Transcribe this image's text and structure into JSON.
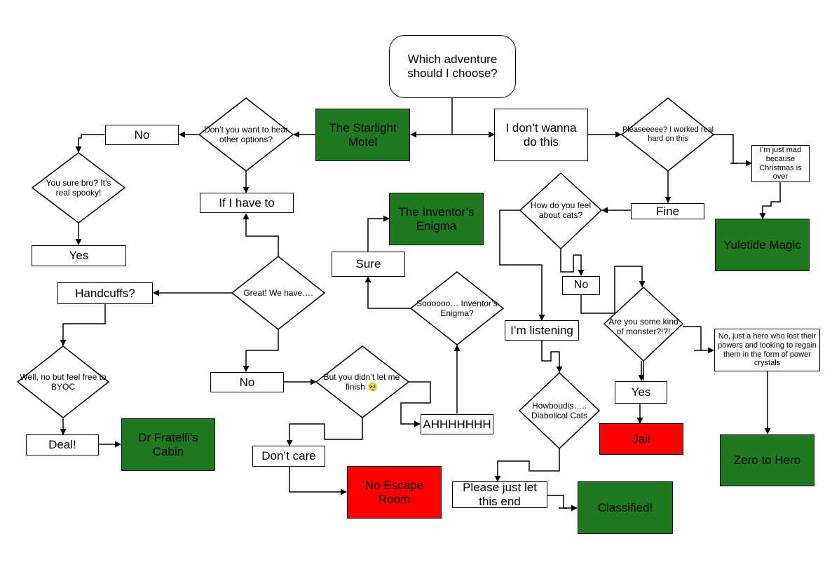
{
  "diagram": {
    "start": "Which adventure should I choose?",
    "starlight_motel": "The Starlight Motel",
    "dont_wanna": "I don’t wanna do this",
    "dont_you_want": "Don’t you want to hear other options?",
    "no_1": "No",
    "you_sure": "You sure bro? It’s real spooky!",
    "yes_1": "Yes",
    "if_i_have_to": "If I have to",
    "great_we_have": "Great! We have….",
    "handcuffs": "Handcuffs?",
    "well_no_byoc": "Well, no but feel free to BYOC",
    "deal": "Deal!",
    "dr_fratelli": "Dr Fratelli’s Cabin",
    "no_2": "No",
    "but_you_didnt": "But you didn’t let me finish 🥺",
    "ahhh": "AHHHHHHH",
    "dont_care": "Don’t care",
    "no_escape": "No Escape Room",
    "soooo_inventor": "Soooooo… Inventor’s Enigma?",
    "sure": "Sure",
    "inventors_enigma": "The Inventor’s Enigma",
    "pleaseeee": "Pleaseeeee? I worked real hard on this",
    "just_mad": "I’m just mad because Christmas is over",
    "yuletide": "Yuletide Magic",
    "fine": "Fine",
    "cats_q": "How do you feel about cats?",
    "no_3": "No",
    "listening": "I’m listening",
    "monster_q": "Are you some kind of monster?!?!",
    "hero_text": "No, just a hero who lost their powers and looking to regain them in the form of power crystals",
    "zero_hero": "Zero to Hero",
    "yes_2": "Yes",
    "jail": "Jail",
    "howboudis": "Howboudis….. Diabolical Cats",
    "please_end": "Please just let this end",
    "classified": "Classified!"
  },
  "colors": {
    "green": "#1f7a1f",
    "red": "#ff0000",
    "line": "#000000"
  }
}
